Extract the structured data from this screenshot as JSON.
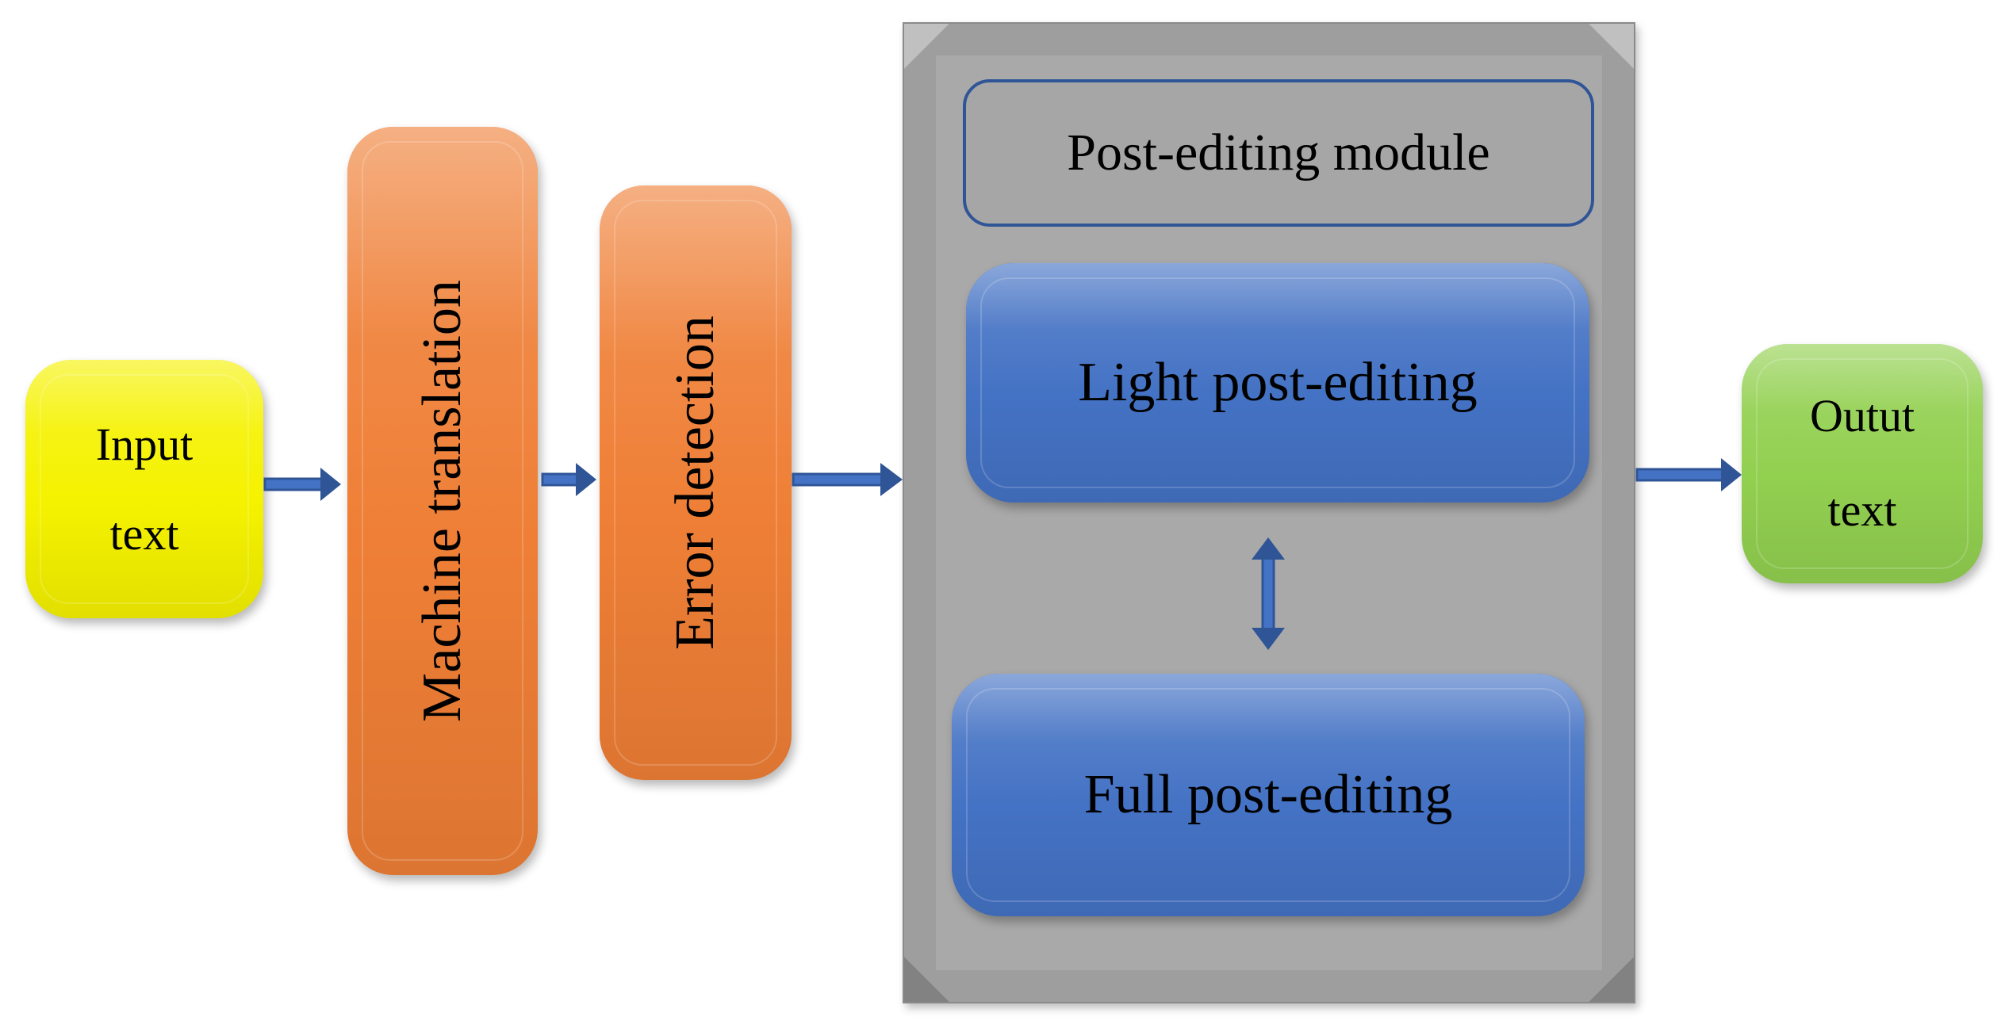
{
  "nodes": {
    "input": {
      "line1": "Input",
      "line2": "text"
    },
    "machine_translation": "Machine translation",
    "error_detection": "Error detection",
    "module_title": "Post-editing module",
    "light": "Light post-editing",
    "full": "Full post-editing",
    "output": {
      "line1": "Outut",
      "line2": "text"
    }
  },
  "colors": {
    "input": "#f5f200",
    "orange": "#ef7f36",
    "module_panel": "#9e9e9e",
    "blue": "#4472c4",
    "output": "#92d050",
    "arrow": "#2f5597"
  }
}
